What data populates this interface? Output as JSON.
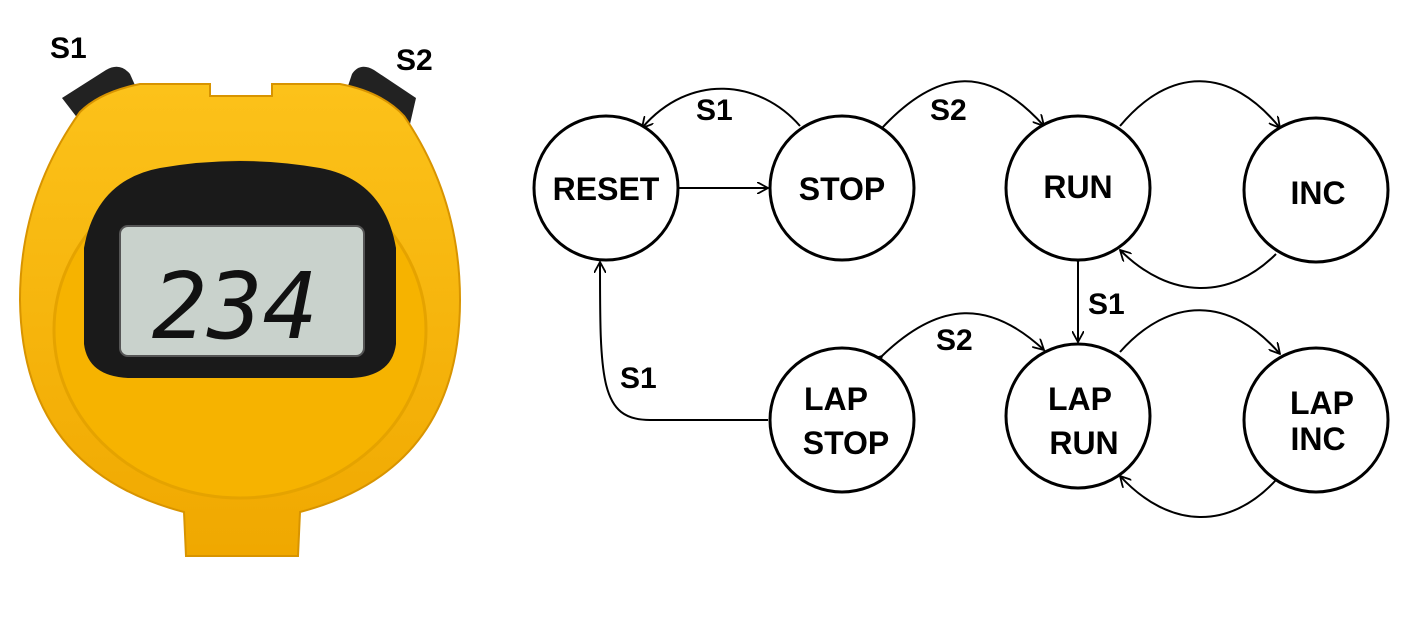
{
  "stopwatch": {
    "button_left_label": "S1",
    "button_right_label": "S2",
    "display_value": "234",
    "colors": {
      "body": "#f7b800",
      "bezel": "#1a1a1a",
      "lcd": "#c9d2cc"
    }
  },
  "diagram": {
    "states": {
      "reset": [
        "RESET"
      ],
      "stop": [
        "STOP"
      ],
      "run": [
        "RUN"
      ],
      "inc": [
        "INC"
      ],
      "lap_stop": [
        "LAP",
        "STOP"
      ],
      "lap_run": [
        "LAP",
        "RUN"
      ],
      "lap_inc": [
        "LAP",
        "INC"
      ]
    },
    "transitions": {
      "stop_to_reset": "S1",
      "stop_run": "S2",
      "run_lap_run": "S1",
      "lap_run_lap_stop": "S2",
      "lap_stop_to_reset": "S1"
    }
  }
}
